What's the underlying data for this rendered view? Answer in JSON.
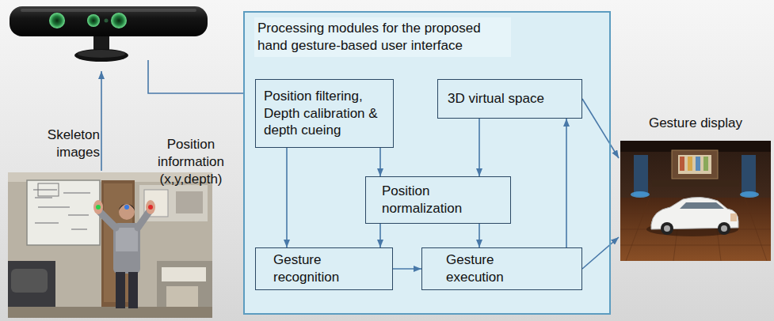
{
  "diagram": {
    "nodes": [
      {
        "text": [
          "Processing modules for the proposed hand gesture-based user interface"
        ]
      },
      {
        "text": [
          "Position filtering, Depth calibration & depth cueing"
        ],
        "in": 0
      },
      {
        "text": [
          "3D virtual space"
        ],
        "in": 0
      },
      {
        "text": [
          "Position normalization"
        ],
        "in": 0
      },
      {
        "text": [
          "Gesture recognition"
        ],
        "in": 0
      },
      {
        "text": [
          "Gesture execution"
        ],
        "in": 0
      },
      {
        "text": [
          "Gesture display"
        ]
      }
    ],
    "edges": [
      {
        "from": 1,
        "to": 4,
        "arrow": "to"
      },
      {
        "from": 1,
        "to": 3,
        "arrow": "to"
      },
      {
        "from": 2,
        "to": 3,
        "arrow": "to"
      },
      {
        "from": 3,
        "to": 4,
        "arrow": "to"
      },
      {
        "from": 3,
        "to": 5,
        "arrow": "to"
      },
      {
        "from": 4,
        "to": 5,
        "arrow": "to"
      },
      {
        "from": 5,
        "to": 2,
        "arrow": "to"
      },
      {
        "from": 2,
        "to": 6,
        "arrow": "to"
      },
      {
        "from": 5,
        "to": 6,
        "arrow": "to"
      }
    ],
    "labels": [
      "Skeleton images",
      "Position information (x,y,depth)"
    ]
  }
}
